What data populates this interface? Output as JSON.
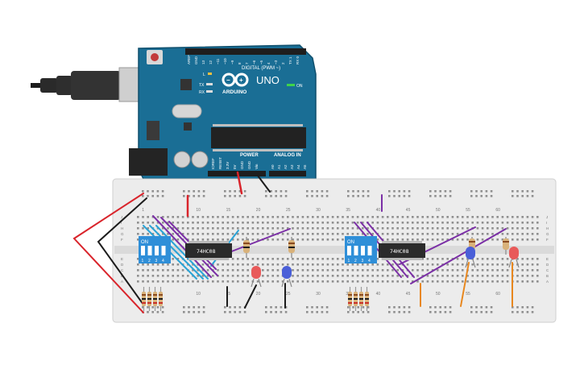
{
  "arduino": {
    "brand": "ARDUINO",
    "model": "UNO",
    "digital_label": "DIGITAL (PWM ~)",
    "power_label": "POWER",
    "analog_label": "ANALOG IN",
    "on_label": "ON",
    "tx_label": "TX",
    "rx_label": "RX",
    "l_label": "L",
    "top_pins": [
      "AREF",
      "GND",
      "13",
      "12",
      "~11",
      "~10",
      "~9",
      "8",
      "7",
      "~6",
      "~5",
      "4",
      "~3",
      "2",
      "TX 1",
      "RX 0"
    ],
    "power_pins": [
      "IOREF",
      "RESET",
      "3.3V",
      "5V",
      "GND",
      "GND",
      "Vin"
    ],
    "analog_pins": [
      "A0",
      "A1",
      "A2",
      "A3",
      "A4",
      "A5"
    ]
  },
  "breadboard": {
    "column_numbers": [
      "1",
      "10",
      "15",
      "20",
      "25",
      "30",
      "35",
      "40",
      "45",
      "50",
      "55",
      "60"
    ],
    "row_letters_top": [
      "J",
      "I",
      "H",
      "G",
      "F"
    ],
    "row_letters_bottom": [
      "E",
      "D",
      "C",
      "B",
      "A"
    ]
  },
  "chips": [
    {
      "label": "74HC08"
    },
    {
      "label": "74HC08"
    }
  ],
  "dip_switches": [
    {
      "on_label": "ON",
      "positions": [
        "1",
        "2",
        "3",
        "4"
      ]
    },
    {
      "on_label": "ON",
      "positions": [
        "1",
        "2",
        "3",
        "4"
      ]
    }
  ],
  "colors": {
    "board": "#1a6e95",
    "breadboard": "#ececec",
    "chip": "#2b2b2b",
    "dip": "#2f8fd8",
    "wire_red": "#d9242b",
    "wire_black": "#1c1c1c",
    "wire_purple": "#7b2fa6",
    "wire_blue": "#2aa3d6",
    "wire_orange": "#e8871e",
    "led_red": "#e85a5a",
    "led_blue": "#4a5fd8"
  }
}
